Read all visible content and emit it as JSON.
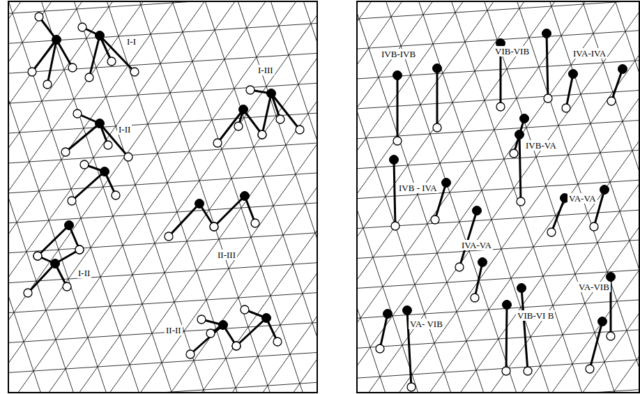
{
  "diagram": {
    "labels": [
      "I-I",
      "I-III",
      "I-II",
      "II-III",
      "I-II",
      "II-II",
      "IVB-IVB",
      "VIB-VIB",
      "IVA-IVA",
      "IVB-VA",
      "IVB - IVA",
      "IVA-VA",
      "VA-VA",
      "VA- VIB",
      "VIB-VI B",
      "VA-VIB"
    ]
  }
}
